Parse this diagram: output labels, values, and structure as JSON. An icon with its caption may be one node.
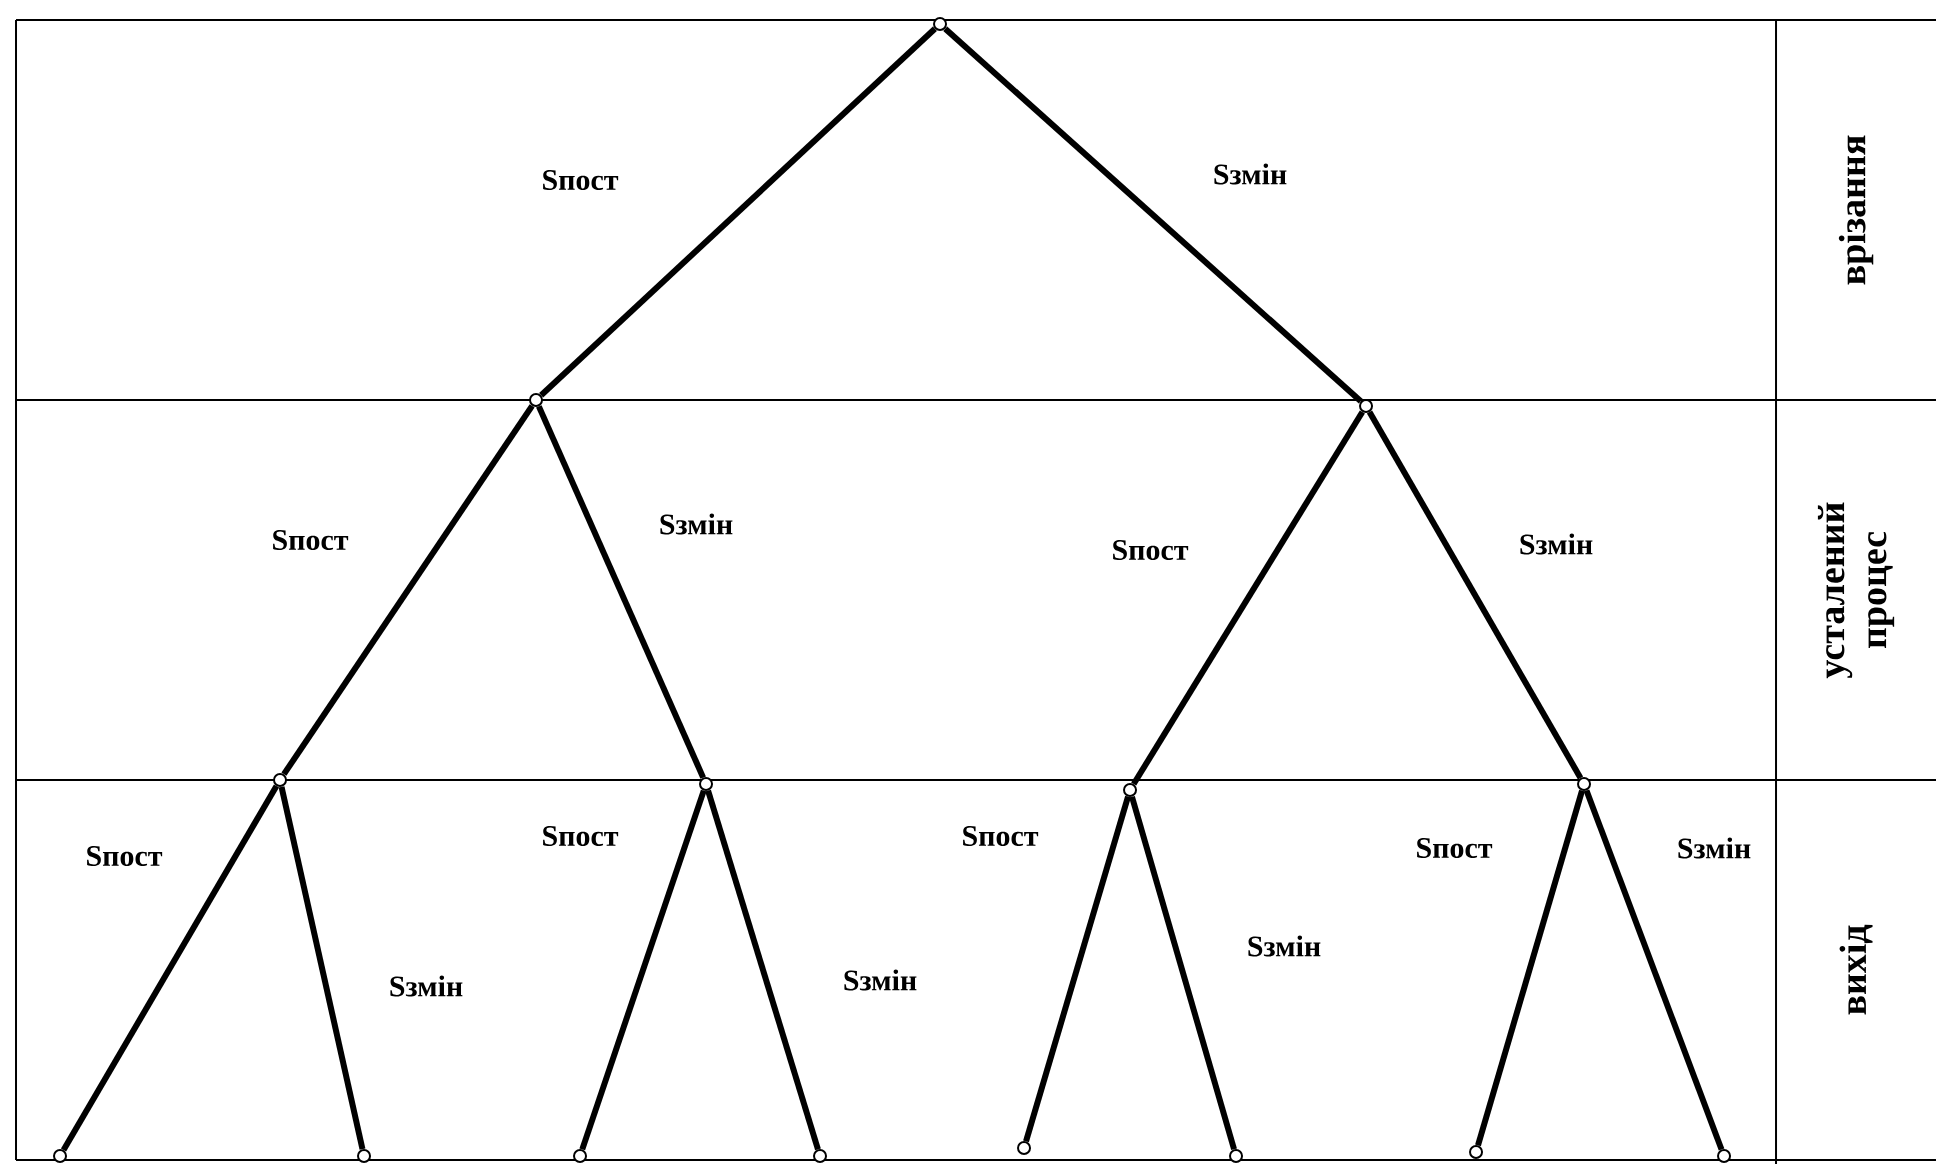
{
  "diagram": {
    "nodes": [
      {
        "text": [],
        "shape": "circle"
      },
      {
        "text": [],
        "shape": "circle"
      },
      {
        "text": [],
        "shape": "circle"
      },
      {
        "text": [],
        "shape": "circle"
      },
      {
        "text": [],
        "shape": "circle"
      },
      {
        "text": [],
        "shape": "circle"
      },
      {
        "text": [],
        "shape": "circle"
      },
      {
        "text": [],
        "shape": "circle"
      },
      {
        "text": [],
        "shape": "circle"
      },
      {
        "text": [],
        "shape": "circle"
      },
      {
        "text": [],
        "shape": "circle"
      },
      {
        "text": [],
        "shape": "circle"
      },
      {
        "text": [],
        "shape": "circle"
      },
      {
        "text": [],
        "shape": "circle"
      },
      {
        "text": [],
        "shape": "circle"
      }
    ],
    "edges": [
      {
        "from": 0,
        "to": 1,
        "arrow": "none",
        "label": "Sпост"
      },
      {
        "from": 0,
        "to": 2,
        "arrow": "none",
        "label": "Sзмін"
      },
      {
        "from": 1,
        "to": 3,
        "arrow": "none",
        "label": "Sпост"
      },
      {
        "from": 1,
        "to": 4,
        "arrow": "none",
        "label": "Sзмін"
      },
      {
        "from": 2,
        "to": 5,
        "arrow": "none",
        "label": "Sпост"
      },
      {
        "from": 2,
        "to": 6,
        "arrow": "none",
        "label": "Sзмін"
      },
      {
        "from": 3,
        "to": 7,
        "arrow": "none",
        "label": "Sпост"
      },
      {
        "from": 3,
        "to": 8,
        "arrow": "none",
        "label": "Sзмін"
      },
      {
        "from": 4,
        "to": 9,
        "arrow": "none",
        "label": "Sпост"
      },
      {
        "from": 4,
        "to": 10,
        "arrow": "none",
        "label": "Sзмін"
      },
      {
        "from": 5,
        "to": 11,
        "arrow": "none",
        "label": "Sпост"
      },
      {
        "from": 5,
        "to": 12,
        "arrow": "none",
        "label": "Sзмін"
      },
      {
        "from": 6,
        "to": 13,
        "arrow": "none",
        "label": "Sпост"
      },
      {
        "from": 6,
        "to": 14,
        "arrow": "none",
        "label": "Sзмін"
      }
    ],
    "labels": [
      "врізання",
      "усталений процес",
      "вихід"
    ]
  }
}
